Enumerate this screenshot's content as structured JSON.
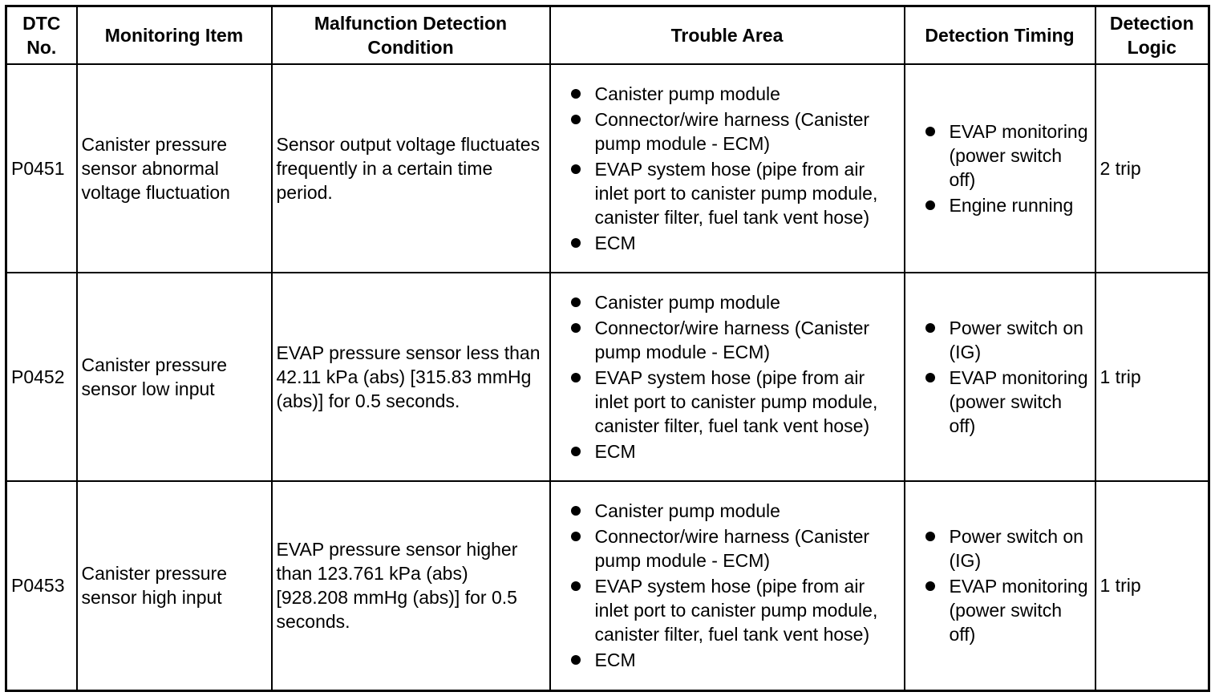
{
  "headers": {
    "dtc_no": "DTC No.",
    "monitoring_item": "Monitoring Item",
    "condition": "Malfunction Detection Condition",
    "trouble_area": "Trouble Area",
    "timing": "Detection Timing",
    "logic": "Detection Logic"
  },
  "rows": [
    {
      "dtc": "P0451",
      "item": "Canister pressure sensor abnormal voltage fluctuation",
      "condition": "Sensor output voltage fluctuates frequently in a certain time period.",
      "trouble_area": [
        "Canister pump module",
        "Connector/wire harness (Canister pump module - ECM)",
        "EVAP system hose (pipe from air inlet port to canister pump module, canister filter, fuel tank vent hose)",
        "ECM"
      ],
      "timing": [
        "EVAP monitoring (power switch off)",
        "Engine running"
      ],
      "logic": "2 trip"
    },
    {
      "dtc": "P0452",
      "item": "Canister pressure sensor low input",
      "condition": "EVAP pressure sensor less than 42.11 kPa (abs) [315.83 mmHg (abs)] for 0.5 seconds.",
      "trouble_area": [
        "Canister pump module",
        "Connector/wire harness (Canister pump module - ECM)",
        "EVAP system hose (pipe from air inlet port to canister pump module, canister filter, fuel tank vent hose)",
        "ECM"
      ],
      "timing": [
        "Power switch on (IG)",
        "EVAP monitoring (power switch off)"
      ],
      "logic": "1 trip"
    },
    {
      "dtc": "P0453",
      "item": "Canister pressure sensor high input",
      "condition": "EVAP pressure sensor higher than 123.761 kPa (abs) [928.208 mmHg (abs)] for 0.5 seconds.",
      "trouble_area": [
        "Canister pump module",
        "Connector/wire harness (Canister pump module - ECM)",
        "EVAP system hose (pipe from air inlet port to canister pump module, canister filter, fuel tank vent hose)",
        "ECM"
      ],
      "timing": [
        "Power switch on (IG)",
        "EVAP monitoring (power switch off)"
      ],
      "logic": "1 trip"
    }
  ]
}
